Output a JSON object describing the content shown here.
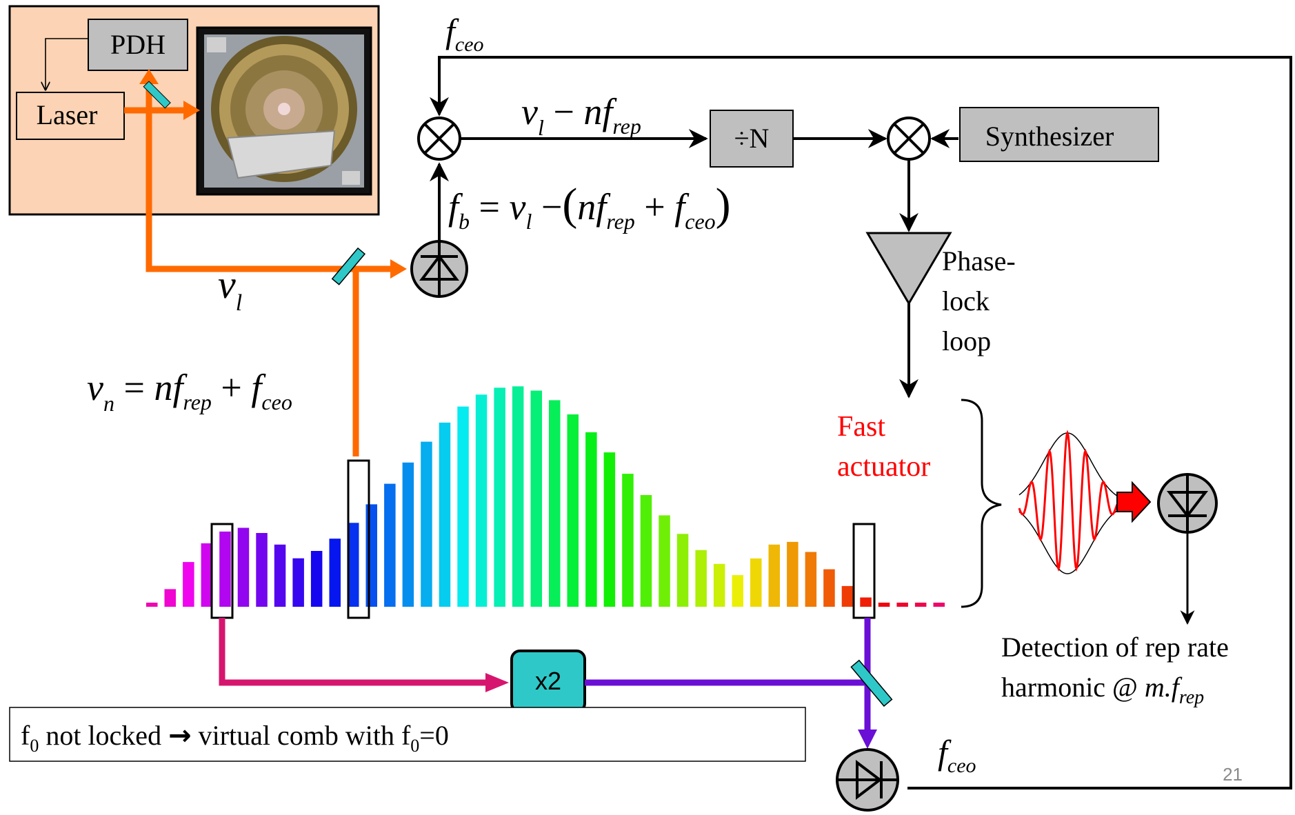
{
  "colors": {
    "laser_beam": "#ff6a00",
    "laser_box_fill": "#fcd3b4",
    "grey_box_fill": "#bfbfbf",
    "magenta_beam": "#d6166e",
    "violet_beam": "#6a0fd6",
    "x2_fill": "#2ec8c8",
    "mirror_fill": "#2ec8c8",
    "fast_actuator_text": "#ff0000",
    "arrow_red": "#ff0000"
  },
  "labels": {
    "pdh": "PDH",
    "laser": "Laser",
    "divider": "÷N",
    "synthesizer": "Synthesizer",
    "phase_lock_loop": [
      "Phase-",
      "lock",
      "loop"
    ],
    "fast_actuator": [
      "Fast",
      "actuator"
    ],
    "x2": "x2",
    "detection_line1": "Detection of rep rate",
    "detection_line2_prefix": "harmonic @ ",
    "detection_m": "m.f",
    "detection_sub": "rep",
    "note_prefix": "f",
    "note_sub0": "0",
    "note_mid": " not locked ",
    "note_arrow": "→",
    "note_text": " virtual comb with f",
    "note_sub1": "0",
    "note_end": "=0",
    "page_number": "21"
  },
  "math": {
    "f": "f",
    "ceo": "ceo",
    "rep": "rep",
    "nu": "ν",
    "l": "l",
    "n_sub": "n",
    "b": "b",
    "eq_beat_mid": " − ",
    "eq_beat_n": "nf",
    "eq_fb_eq": " = ",
    "eq_fb_minus": " −",
    "eq_fb_open": "(",
    "eq_fb_close": ")",
    "eq_plus": " + ",
    "eq_nun_eq": " = "
  },
  "icons": [
    "photodiode-icon",
    "mixer-icon",
    "amplifier-triangle-icon",
    "optical-cavity-photo",
    "pulse-waveform-icon"
  ]
}
